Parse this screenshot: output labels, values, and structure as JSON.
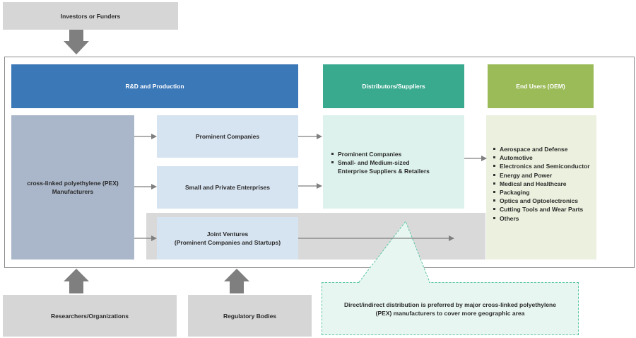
{
  "investors": "Investors or Funders",
  "rnd_header": "R&D and Production",
  "distributors_header": "Distributors/Suppliers",
  "end_users_header": "End Users (OEM)",
  "manufacturers": "cross-linked polyethylene (PEX) Manufacturers",
  "prominent": "Prominent Companies",
  "small_private": "Small and Private Enterprises",
  "joint_ventures_line1": "Joint Ventures",
  "joint_ventures_line2": "(Prominent Companies and Startups)",
  "distributor_items": [
    "Prominent Companies",
    "Small- and Medium-sized Enterprise Suppliers & Retailers"
  ],
  "end_user_items": [
    "Aerospace and Defense",
    "Automotive",
    "Electronics and Semiconductor",
    "Energy and Power",
    "Medical and Healthcare",
    "Packaging",
    "Optics and Optoelectronics",
    "Cutting Tools and Wear Parts",
    "Others"
  ],
  "researchers": "Researchers/Organizations",
  "regulatory": "Regulatory Bodies",
  "callout": "Direct/indirect distribution is preferred by major cross-linked polyethylene (PEX) manufacturers to cover more geographic area",
  "colors": {
    "rnd_header": "#3b78b8",
    "distributors_header": "#3aaa8f",
    "end_users_header": "#9bbb59",
    "arrow_gray": "#7f7f7f"
  }
}
